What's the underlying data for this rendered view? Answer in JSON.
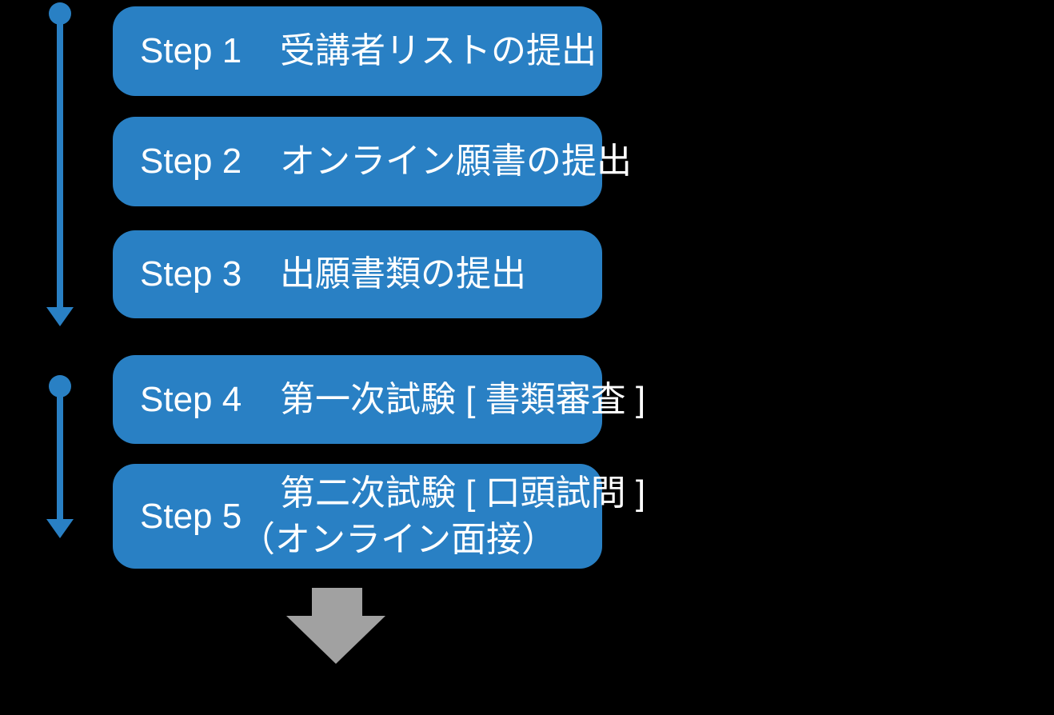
{
  "colors": {
    "accent_blue": "#2980C4",
    "arrow_gray": "#A1A1A1",
    "text_white": "#FFFFFF",
    "background": "#000000"
  },
  "diagram": {
    "steps": [
      {
        "label": "Step 1",
        "title": "受講者リストの提出"
      },
      {
        "label": "Step 2",
        "title": "オンライン願書の提出"
      },
      {
        "label": "Step 3",
        "title": "出願書類の提出"
      },
      {
        "label": "Step 4",
        "title": "第一次試験 [ 書類審査 ]"
      },
      {
        "label": "Step 5",
        "title": "第二次試験 [ 口頭試問 ]",
        "subtitle": "（オンライン面接）"
      }
    ],
    "icons": {
      "phase1_arrow": "timeline-down-arrow",
      "phase2_arrow": "timeline-down-arrow",
      "proceed_arrow": "block-down-arrow"
    }
  }
}
